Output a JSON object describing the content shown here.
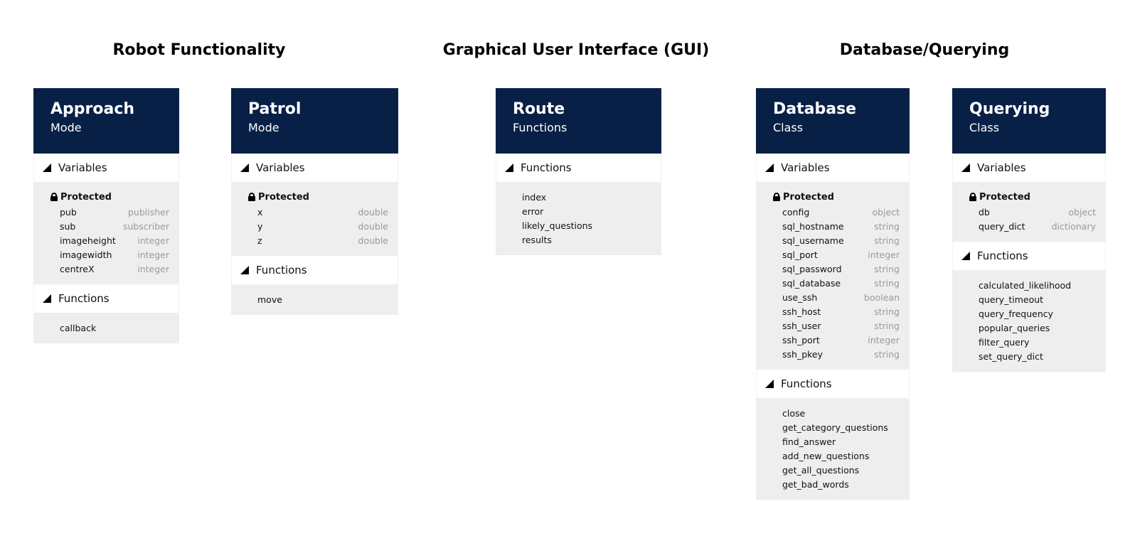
{
  "groups": {
    "robot": "Robot Functionality",
    "gui": "Graphical User Interface (GUI)",
    "db": "Database/Querying"
  },
  "labels": {
    "variables": "Variables",
    "functions": "Functions",
    "protected": "Protected"
  },
  "cards": {
    "approach": {
      "title": "Approach",
      "subtitle": "Mode",
      "variables": [
        {
          "name": "pub",
          "type": "publisher"
        },
        {
          "name": "sub",
          "type": "subscriber"
        },
        {
          "name": "imageheight",
          "type": "integer"
        },
        {
          "name": "imagewidth",
          "type": "integer"
        },
        {
          "name": "centreX",
          "type": "integer"
        }
      ],
      "functions": [
        "callback"
      ]
    },
    "patrol": {
      "title": "Patrol",
      "subtitle": "Mode",
      "variables": [
        {
          "name": "x",
          "type": "double"
        },
        {
          "name": "y",
          "type": "double"
        },
        {
          "name": "z",
          "type": "double"
        }
      ],
      "functions": [
        "move"
      ]
    },
    "route": {
      "title": "Route",
      "subtitle": "Functions",
      "functions": [
        "index",
        "error",
        "likely_questions",
        "results"
      ]
    },
    "database": {
      "title": "Database",
      "subtitle": "Class",
      "variables": [
        {
          "name": "config",
          "type": "object"
        },
        {
          "name": "sql_hostname",
          "type": "string"
        },
        {
          "name": "sql_username",
          "type": "string"
        },
        {
          "name": "sql_port",
          "type": "integer"
        },
        {
          "name": "sql_password",
          "type": "string"
        },
        {
          "name": "sql_database",
          "type": "string"
        },
        {
          "name": "use_ssh",
          "type": "boolean"
        },
        {
          "name": "ssh_host",
          "type": "string"
        },
        {
          "name": "ssh_user",
          "type": "string"
        },
        {
          "name": "ssh_port",
          "type": "integer"
        },
        {
          "name": "ssh_pkey",
          "type": "string"
        }
      ],
      "functions": [
        "close",
        "get_category_questions",
        "find_answer",
        "add_new_questions",
        "get_all_questions",
        "get_bad_words"
      ]
    },
    "querying": {
      "title": "Querying",
      "subtitle": "Class",
      "variables": [
        {
          "name": "db",
          "type": "object"
        },
        {
          "name": "query_dict",
          "type": "dictionary"
        }
      ],
      "functions": [
        "calculated_likelihood",
        "query_timeout",
        "query_frequency",
        "popular_queries",
        "filter_query",
        "set_query_dict"
      ]
    }
  }
}
